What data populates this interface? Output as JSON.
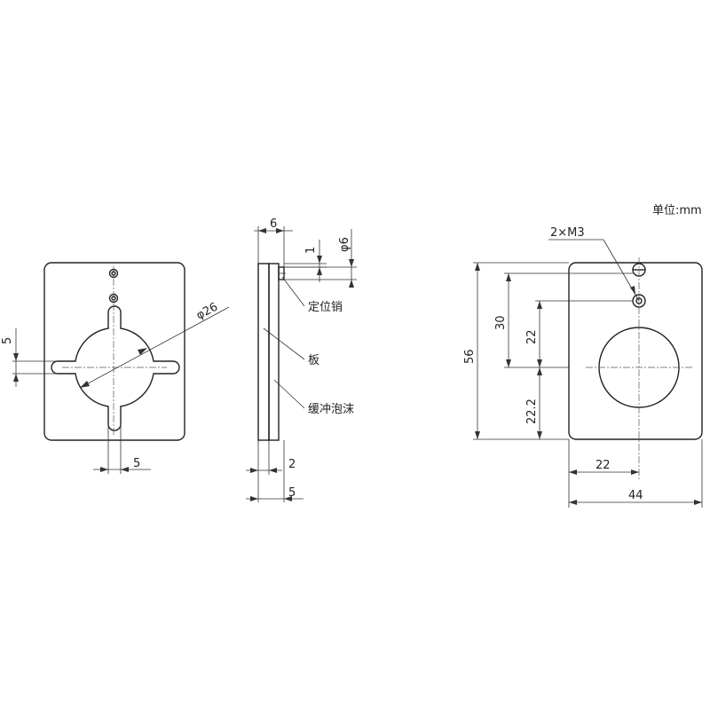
{
  "unit_note": "单位:mm",
  "front_view": {
    "diameter_label": "φ26",
    "slot_width_label_left": "5",
    "slot_width_label_bottom": "5"
  },
  "side_view": {
    "top_width_label": "6",
    "pin_height_label": "1",
    "pin_diameter_label": "φ6",
    "plate_thickness_label": "2",
    "total_thickness_label": "5",
    "callouts": [
      "定位销",
      "板",
      "缓冲泡沫"
    ]
  },
  "right_view": {
    "thread_label": "2×M3",
    "height_label": "56",
    "hole_spacing_label": "30",
    "upper_offset_label": "22",
    "lower_offset_label": "22.2",
    "half_width_label": "22",
    "width_label": "44"
  }
}
